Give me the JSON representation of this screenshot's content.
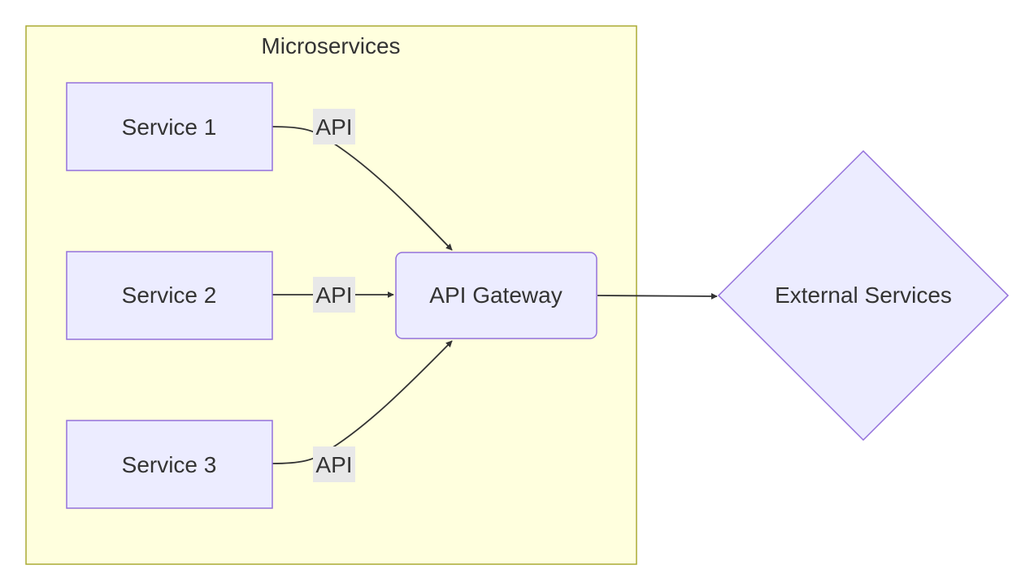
{
  "subgraph": {
    "title": "Microservices",
    "fill_color": "#ffffde",
    "stroke_color": "#aaaa33"
  },
  "nodes": {
    "service_1": {
      "label": "Service 1"
    },
    "service_2": {
      "label": "Service 2"
    },
    "service_3": {
      "label": "Service 3"
    },
    "api_gateway": {
      "label": "API Gateway"
    },
    "external_services": {
      "label": "External Services"
    }
  },
  "edges": {
    "service_1_to_gateway": {
      "label": "API"
    },
    "service_2_to_gateway": {
      "label": "API"
    },
    "service_3_to_gateway": {
      "label": "API"
    },
    "gateway_to_external": {
      "label": ""
    }
  },
  "colors": {
    "node_fill": "#ececff",
    "node_stroke": "#9370db",
    "edge": "#333333",
    "edge_label_bg": "#e8e8e8",
    "text": "#333333"
  }
}
